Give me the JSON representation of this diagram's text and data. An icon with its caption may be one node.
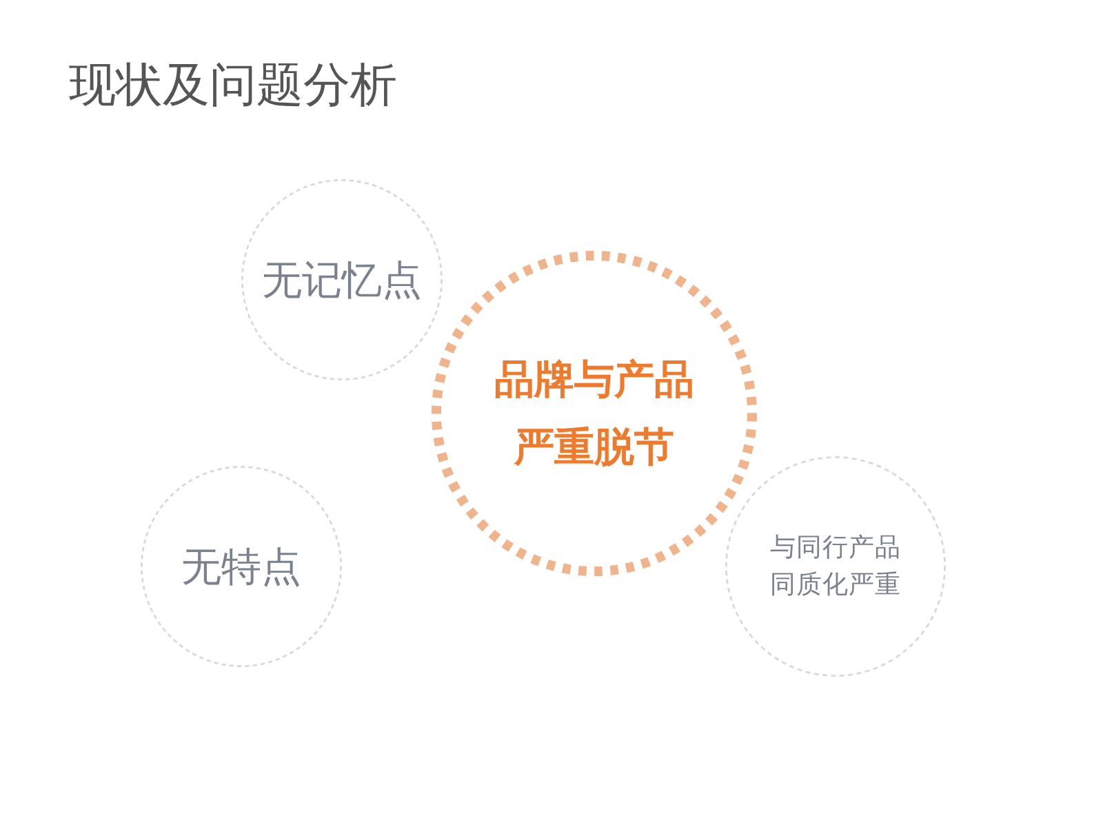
{
  "diagram": {
    "title": "现状及问题分析",
    "nodes": [
      {
        "text": [
          "无记忆点"
        ]
      },
      {
        "text": [
          "品牌与产品严重脱节"
        ]
      },
      {
        "text": [
          "无特点"
        ]
      },
      {
        "text": [
          "与同行产品同质化严重"
        ]
      }
    ]
  }
}
